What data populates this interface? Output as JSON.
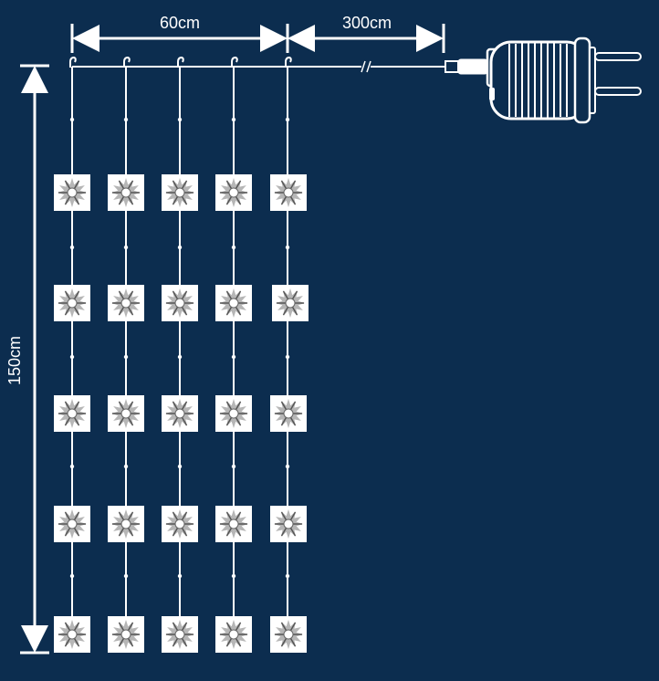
{
  "dimensions": {
    "width_label": "60cm",
    "cable_label": "300cm",
    "height_label": "150cm"
  },
  "curtain": {
    "strands": 5,
    "ornaments_per_strand": 5
  },
  "colors": {
    "background": "#0c2d4f",
    "lines": "#ffffff",
    "ornament_fill": "#ffffff",
    "ornament_snowflake": "#7a7a7a"
  },
  "icons": {
    "ornament": "snowflake-icon",
    "power": "power-adapter-icon",
    "hook": "hook-icon"
  }
}
